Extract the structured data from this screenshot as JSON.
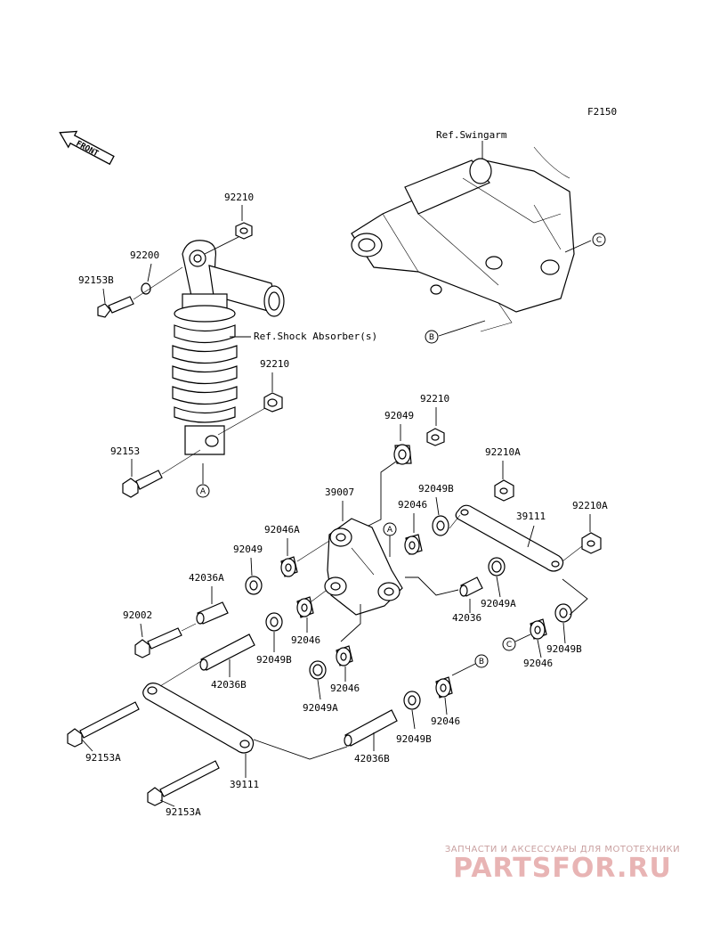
{
  "figure_code": "F2150",
  "front_label": "FRONT",
  "references": {
    "swingarm": "Ref.Swingarm",
    "shock_absorber": "Ref.Shock Absorber(s)"
  },
  "callouts": {
    "a": "A",
    "b": "B",
    "c": "C"
  },
  "part_labels": {
    "p92210_top": "92210",
    "p92200": "92200",
    "p92153B": "92153B",
    "p92210_mid": "92210",
    "p92153": "92153",
    "p92049_top": "92049",
    "p92210_right": "92210",
    "p92210A_1": "92210A",
    "p39007": "39007",
    "p92049B_1": "92049B",
    "p92046_1": "92046",
    "p39111_1": "39111",
    "p92210A_2": "92210A",
    "p92046A": "92046A",
    "p92049_left": "92049",
    "p42036A": "42036A",
    "p92002": "92002",
    "p92046_2": "92046",
    "p92049B_2": "92049B",
    "p42036B_1": "42036B",
    "p92046_3": "92046",
    "p92049A_1": "92049A",
    "p92049A_2": "92049A",
    "p42036": "42036",
    "p92046_4": "92046",
    "p92049B_3": "92049B",
    "p92046_5": "92046",
    "p92049B_4": "92049B",
    "p42036B_2": "42036B",
    "p92153A_1": "92153A",
    "p39111_2": "39111",
    "p92153A_2": "92153A"
  },
  "watermark": {
    "tagline": "ЗАПЧАСТИ И АКСЕССУАРЫ ДЛЯ МОТОТЕХНИКИ",
    "logo": "PARTSFOR.RU"
  }
}
